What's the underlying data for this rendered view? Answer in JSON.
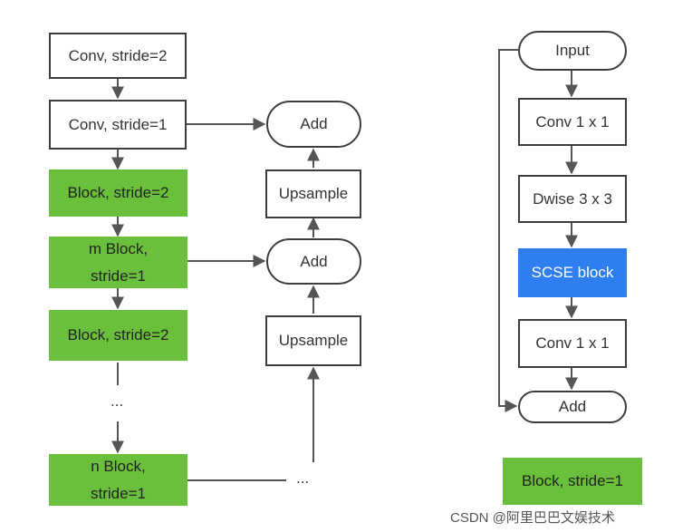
{
  "left": {
    "conv_s2": "Conv, stride=2",
    "conv_s1": "Conv, stride=1",
    "block_s2_a": "Block, stride=2",
    "m_block_line1": "m Block,",
    "m_block_line2": "stride=1",
    "block_s2_b": "Block, stride=2",
    "ellipsis_v": "...",
    "n_block_line1": "n Block,",
    "n_block_line2": "stride=1",
    "add_top": "Add",
    "upsample_top": "Upsample",
    "add_mid": "Add",
    "upsample_bottom": "Upsample",
    "ellipsis_h": "..."
  },
  "right": {
    "input": "Input",
    "conv1": "Conv 1 x 1",
    "dwise": "Dwise 3 x 3",
    "scse": "SCSE block",
    "conv2": "Conv 1 x 1",
    "add": "Add",
    "caption": "Block, stride=1"
  },
  "watermark": "CSDN @阿里巴巴文娱技术",
  "colors": {
    "green": "#6abf3b",
    "blue": "#2f7ef0",
    "border": "#3d3d3d",
    "arrow": "#555555"
  }
}
